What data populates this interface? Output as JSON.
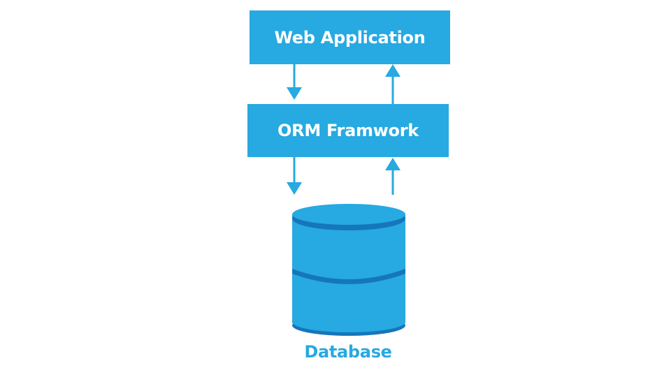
{
  "diagram": {
    "web_app_label": "Web Application",
    "orm_label": "ORM Framwork",
    "database_label": "Database"
  },
  "colors": {
    "box_fill": "#27a9e1",
    "arrow": "#27a9e1",
    "db_body": "#27a9e1",
    "db_band": "#1676bb",
    "box_text": "#ffffff"
  }
}
